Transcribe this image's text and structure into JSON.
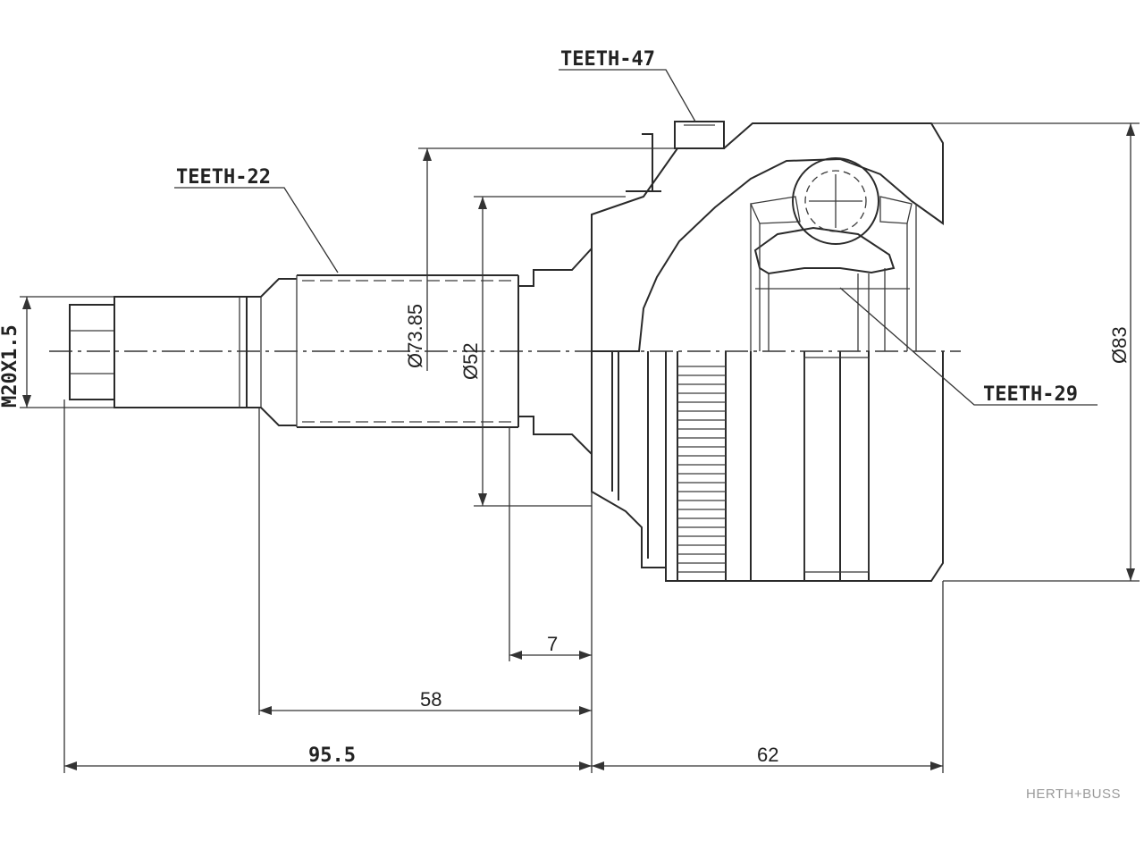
{
  "labels": {
    "teeth_47": "TEETH-47",
    "teeth_22": "TEETH-22",
    "teeth_29": "TEETH-29"
  },
  "dimensions": {
    "thread": "M20X1.5",
    "dia_73_85": "Ø73.85",
    "dia_52": "Ø52",
    "dia_83": "Ø83",
    "len_7": "7",
    "len_58": "58",
    "len_95_5": "95.5",
    "len_62": "62"
  },
  "brand": {
    "name": "HERTH+BUSS"
  }
}
